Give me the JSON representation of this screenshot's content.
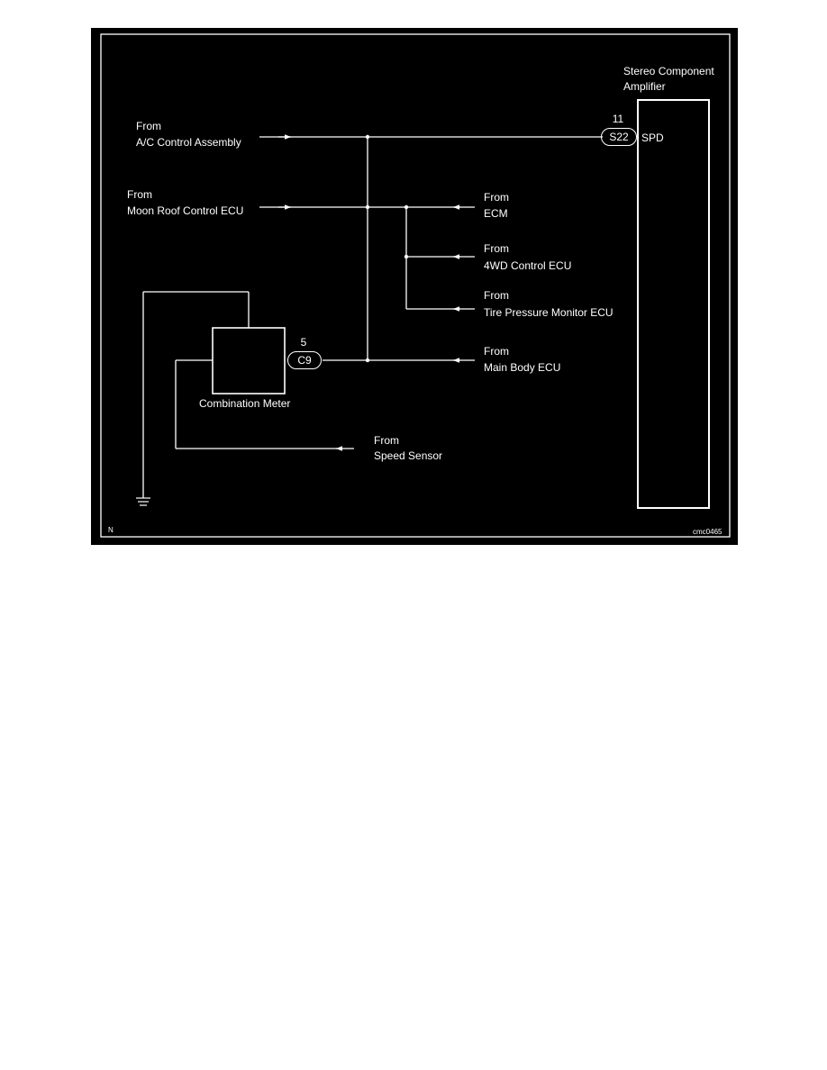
{
  "component": {
    "title_line1": "Stereo Component",
    "title_line2": "Amplifier",
    "pin_label": "SPD"
  },
  "connectors": {
    "s22": {
      "code": "S22",
      "pin": "11"
    },
    "c9": {
      "code": "C9",
      "pin": "5"
    }
  },
  "sources": {
    "ac": {
      "line1": "From",
      "line2": "A/C Control Assembly"
    },
    "moonroof": {
      "line1": "From",
      "line2": "Moon Roof Control ECU"
    },
    "ecm": {
      "line1": "From",
      "line2": "ECM"
    },
    "fourwd": {
      "line1": "From",
      "line2": "4WD Control ECU"
    },
    "tpms": {
      "line1": "From",
      "line2": "Tire Pressure Monitor ECU"
    },
    "mainbody": {
      "line1": "From",
      "line2": "Main Body ECU"
    },
    "speed": {
      "line1": "From",
      "line2": "Speed Sensor"
    }
  },
  "meter": {
    "label": "Combination Meter"
  },
  "corner": {
    "left": "N",
    "right": "cmc0465"
  },
  "colors": {
    "background": "#000000",
    "lines": "#ffffff"
  }
}
